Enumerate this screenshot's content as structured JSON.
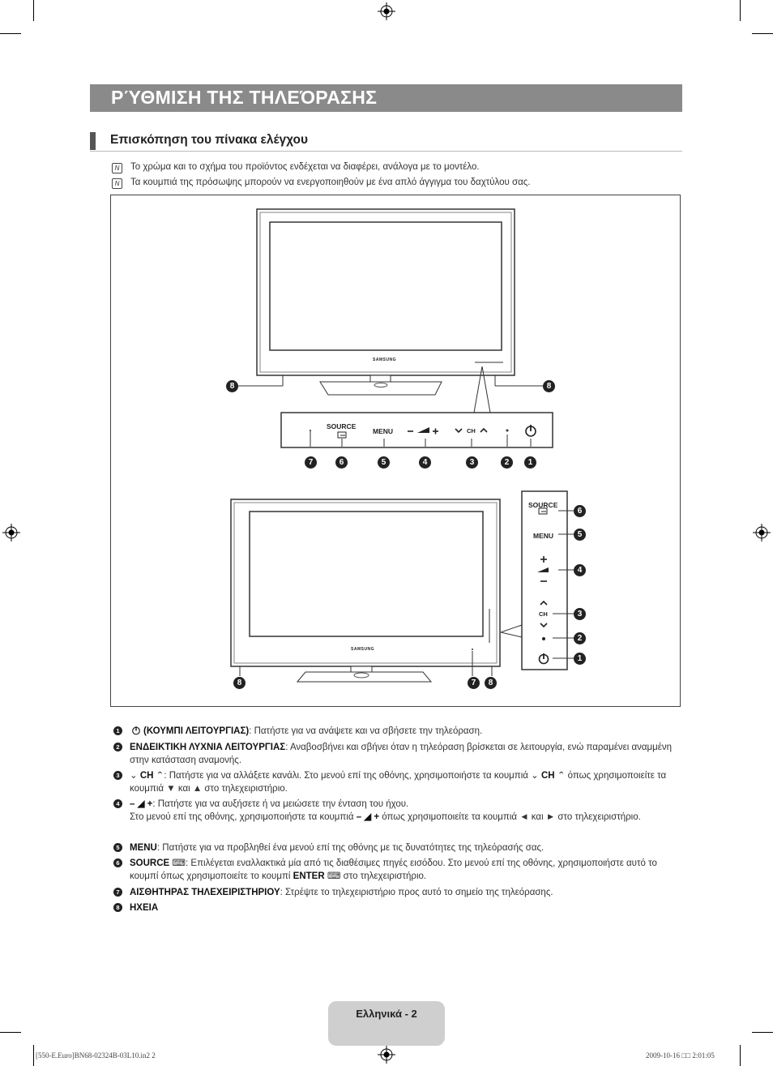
{
  "page": {
    "title": "ΡΎΘΜΙΣΗ ΤΗΣ ΤΗΛΕΌΡΑΣΗΣ",
    "section_title": "Επισκόπηση του πίνακα ελέγχου",
    "notes": [
      "Το χρώμα και το σχήμα του προϊόντος ενδέχεται να διαφέρει, ανάλογα με το μοντέλο.",
      "Τα κουμπιά της πρόσωψης μπορούν να ενεργοποιηθούν με ένα απλό άγγιγμα του δαχτύλου σας."
    ],
    "page_label": "Ελληνικά - 2",
    "slug_left": "[550-E.Euro]BN68-02324B-03L10.in2   2",
    "slug_right": "2009-10-16   □□ 2:01:05"
  },
  "diagram": {
    "brand": "SAMSUNG",
    "top_panel": {
      "source": "SOURCE",
      "menu": "MENU",
      "ch": "CH"
    },
    "side_panel": {
      "source": "SOURCE",
      "menu": "MENU",
      "ch": "CH"
    },
    "callouts": {
      "n1": "1",
      "n2": "2",
      "n3": "3",
      "n4": "4",
      "n5": "5",
      "n6": "6",
      "n7": "7",
      "n8": "8"
    }
  },
  "descriptions": {
    "d1": {
      "num": "1",
      "bold": "(ΚΟΥΜΠΙ ΛΕΙΤΟΥΡΓΙΑΣ)",
      "text": ": Πατήστε για να ανάψετε και να σβήσετε την τηλεόραση."
    },
    "d2": {
      "num": "2",
      "bold": "ΕΝΔΕΙΚΤΙΚΗ ΛΥΧΝΙΑ ΛΕΙΤΟΥΡΓΙΑΣ",
      "text": ": Αναβοσβήνει και σβήνει όταν η τηλεόραση βρίσκεται σε λειτουργία, ενώ παραμένει αναμμένη στην κατάσταση αναμονής."
    },
    "d3": {
      "num": "3",
      "bold": "CH",
      "text": ": Πατήστε για να αλλάξετε κανάλι. Στο μενού επί της οθόνης, χρησιμοποιήστε τα κουμπιά",
      "bold2": "CH",
      "text2": "όπως χρησιμοποιείτε τα κουμπιά ▼ και ▲ στο τηλεχειριστήριο."
    },
    "d4": {
      "num": "4",
      "text": ": Πατήστε για να αυξήσετε ή να μειώσετε την ένταση του ήχου.",
      "text2": "Στο μενού επί της οθόνης, χρησιμοποιήστε τα κουμπιά",
      "text3": "όπως χρησιμοποιείτε τα κουμπιά ◄ και ► στο τηλεχειριστήριο."
    },
    "d5": {
      "num": "5",
      "bold": "MENU",
      "text": ": Πατήστε για να προβληθεί ένα μενού επί της οθόνης με τις δυνατότητες της τηλεόρασής σας."
    },
    "d6": {
      "num": "6",
      "bold": "SOURCE",
      "text": ": Επιλέγεται εναλλακτικά μία από τις διαθέσιμες πηγές εισόδου. Στο μενού επί της οθόνης, χρησιμοποιήστε αυτό το κουμπί όπως χρησιμοποιείτε το κουμπί",
      "bold2": "ENTER",
      "text2": "στο τηλεχειριστήριο."
    },
    "d7": {
      "num": "7",
      "bold": "ΑΙΣΘΗΤΗΡΑΣ ΤΗΛΕΧΕΙΡΙΣΤΗΡΙΟΥ",
      "text": ": Στρέψτε το τηλεχειριστήριο προς αυτό το σημείο της τηλεόρασης."
    },
    "d8": {
      "num": "8",
      "bold": "ΗΧΕΙΑ"
    }
  }
}
